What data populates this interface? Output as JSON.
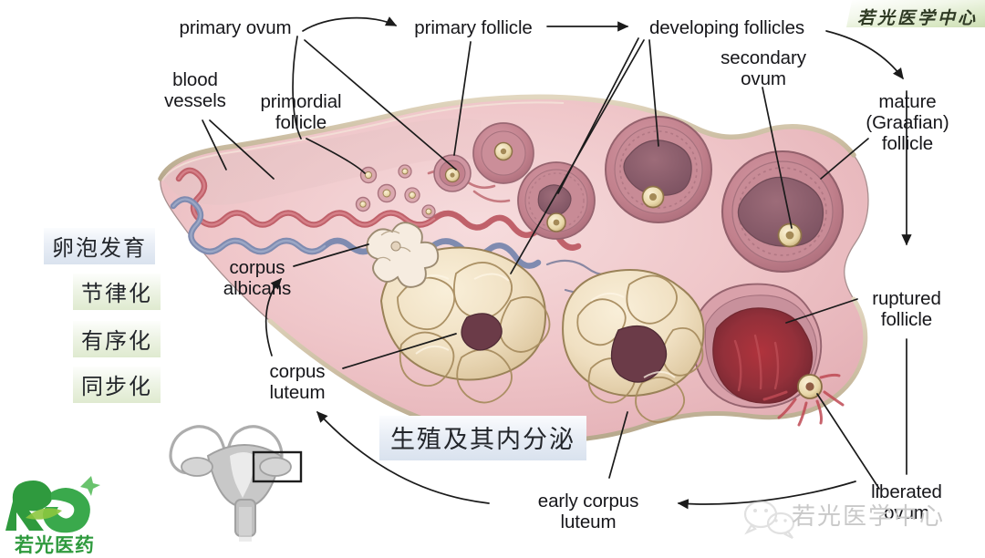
{
  "title": "Ovary cross-section: ovarian cycle / follicle development",
  "labels": {
    "primary_ovum": "primary ovum",
    "primary_follicle": "primary follicle",
    "developing_follicles": "developing follicles",
    "blood_vessels": "blood\nvessels",
    "primordial_follicle": "primordial\nfollicle",
    "secondary_ovum": "secondary\novum",
    "mature_graafian_follicle": "mature\n(Graafian)\nfollicle",
    "ruptured_follicle": "ruptured\nfollicle",
    "liberated_ovum": "liberated\novum",
    "corpus_albicans": "corpus\nalbicans",
    "corpus_luteum": "corpus\nluteum",
    "early_corpus_luteum": "early corpus\nluteum"
  },
  "chinese_labels": {
    "follicle_development": "卵泡发育",
    "rhythmic": "节律化",
    "ordered": "有序化",
    "synchronized": "同步化",
    "reproduction_endocrine": "生殖及其内分泌"
  },
  "watermarks": {
    "top_right_banner": "若光医学中心",
    "wechat_account": "若光医学中心",
    "logo_mark": "RG",
    "logo_name": "若光医药"
  },
  "colors": {
    "cortex_pink": "#e9b6bb",
    "stroma_light": "#f0c9cc",
    "granulosa_mauve": "#c2818d",
    "antrum_dark": "#8d5f6c",
    "corpus_luteum_cream": "#f0e0c2",
    "luteum_cavity": "#6b3b48",
    "artery_red": "#c0616a",
    "vein_blue": "#7f8bb0",
    "oocyte_gold": "#e8d7a8",
    "ruptured_red": "#a8343c",
    "capsule_tan": "#cdbfa4",
    "label_text": "#16161a",
    "cn_highlight_green": "#dfead0",
    "cn_highlight_blue": "#d9e2ee",
    "logo_green": "#2f9a3e"
  },
  "inset": {
    "description": "uterus-and-ovaries line drawing with highlight box on right ovary"
  }
}
